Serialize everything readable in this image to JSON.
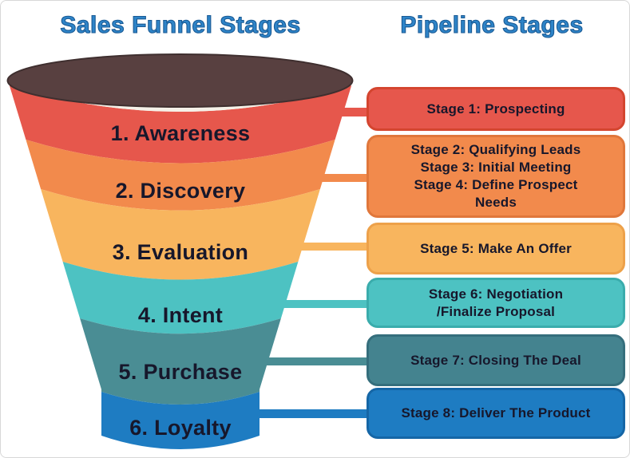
{
  "titles": {
    "left": "Sales Funnel Stages",
    "right": "Pipeline Stages"
  },
  "title_color": "#2e84c8",
  "text_color": "#17172b",
  "funnel": {
    "opening_color": "#584040",
    "opening_edge_color": "#3f2f2f",
    "rim_color": "#f5f1e8",
    "stages": [
      {
        "label": "1. Awareness",
        "color": "#e6574c"
      },
      {
        "label": "2. Discovery",
        "color": "#f28a4c"
      },
      {
        "label": "3. Evaluation",
        "color": "#f8b55e"
      },
      {
        "label": "4. Intent",
        "color": "#4dc2c2"
      },
      {
        "label": "5. Purchase",
        "color": "#4a8d94"
      },
      {
        "label": "6. Loyalty",
        "color": "#1e7cc2"
      }
    ]
  },
  "pipeline": {
    "boxes": [
      {
        "bg": "#e6574c",
        "border": "#d4452f",
        "lines": [
          "Stage 1: Prospecting"
        ]
      },
      {
        "bg": "#f28a4c",
        "border": "#e0773b",
        "lines": [
          "Stage 2: Qualifying Leads",
          "Stage 3: Initial Meeting",
          "Stage 4: Define Prospect Needs"
        ]
      },
      {
        "bg": "#f8b55e",
        "border": "#eda14a",
        "lines": [
          "Stage 5: Make An Offer"
        ]
      },
      {
        "bg": "#4dc2c2",
        "border": "#3aacac",
        "lines": [
          "Stage 6: Negotiation",
          "/Finalize Proposal"
        ]
      },
      {
        "bg": "#44838f",
        "border": "#356e7c",
        "lines": [
          "Stage 7: Closing The Deal"
        ]
      },
      {
        "bg": "#1e7cc2",
        "border": "#1566a6",
        "lines": [
          "Stage 8: Deliver The Product"
        ]
      }
    ]
  }
}
